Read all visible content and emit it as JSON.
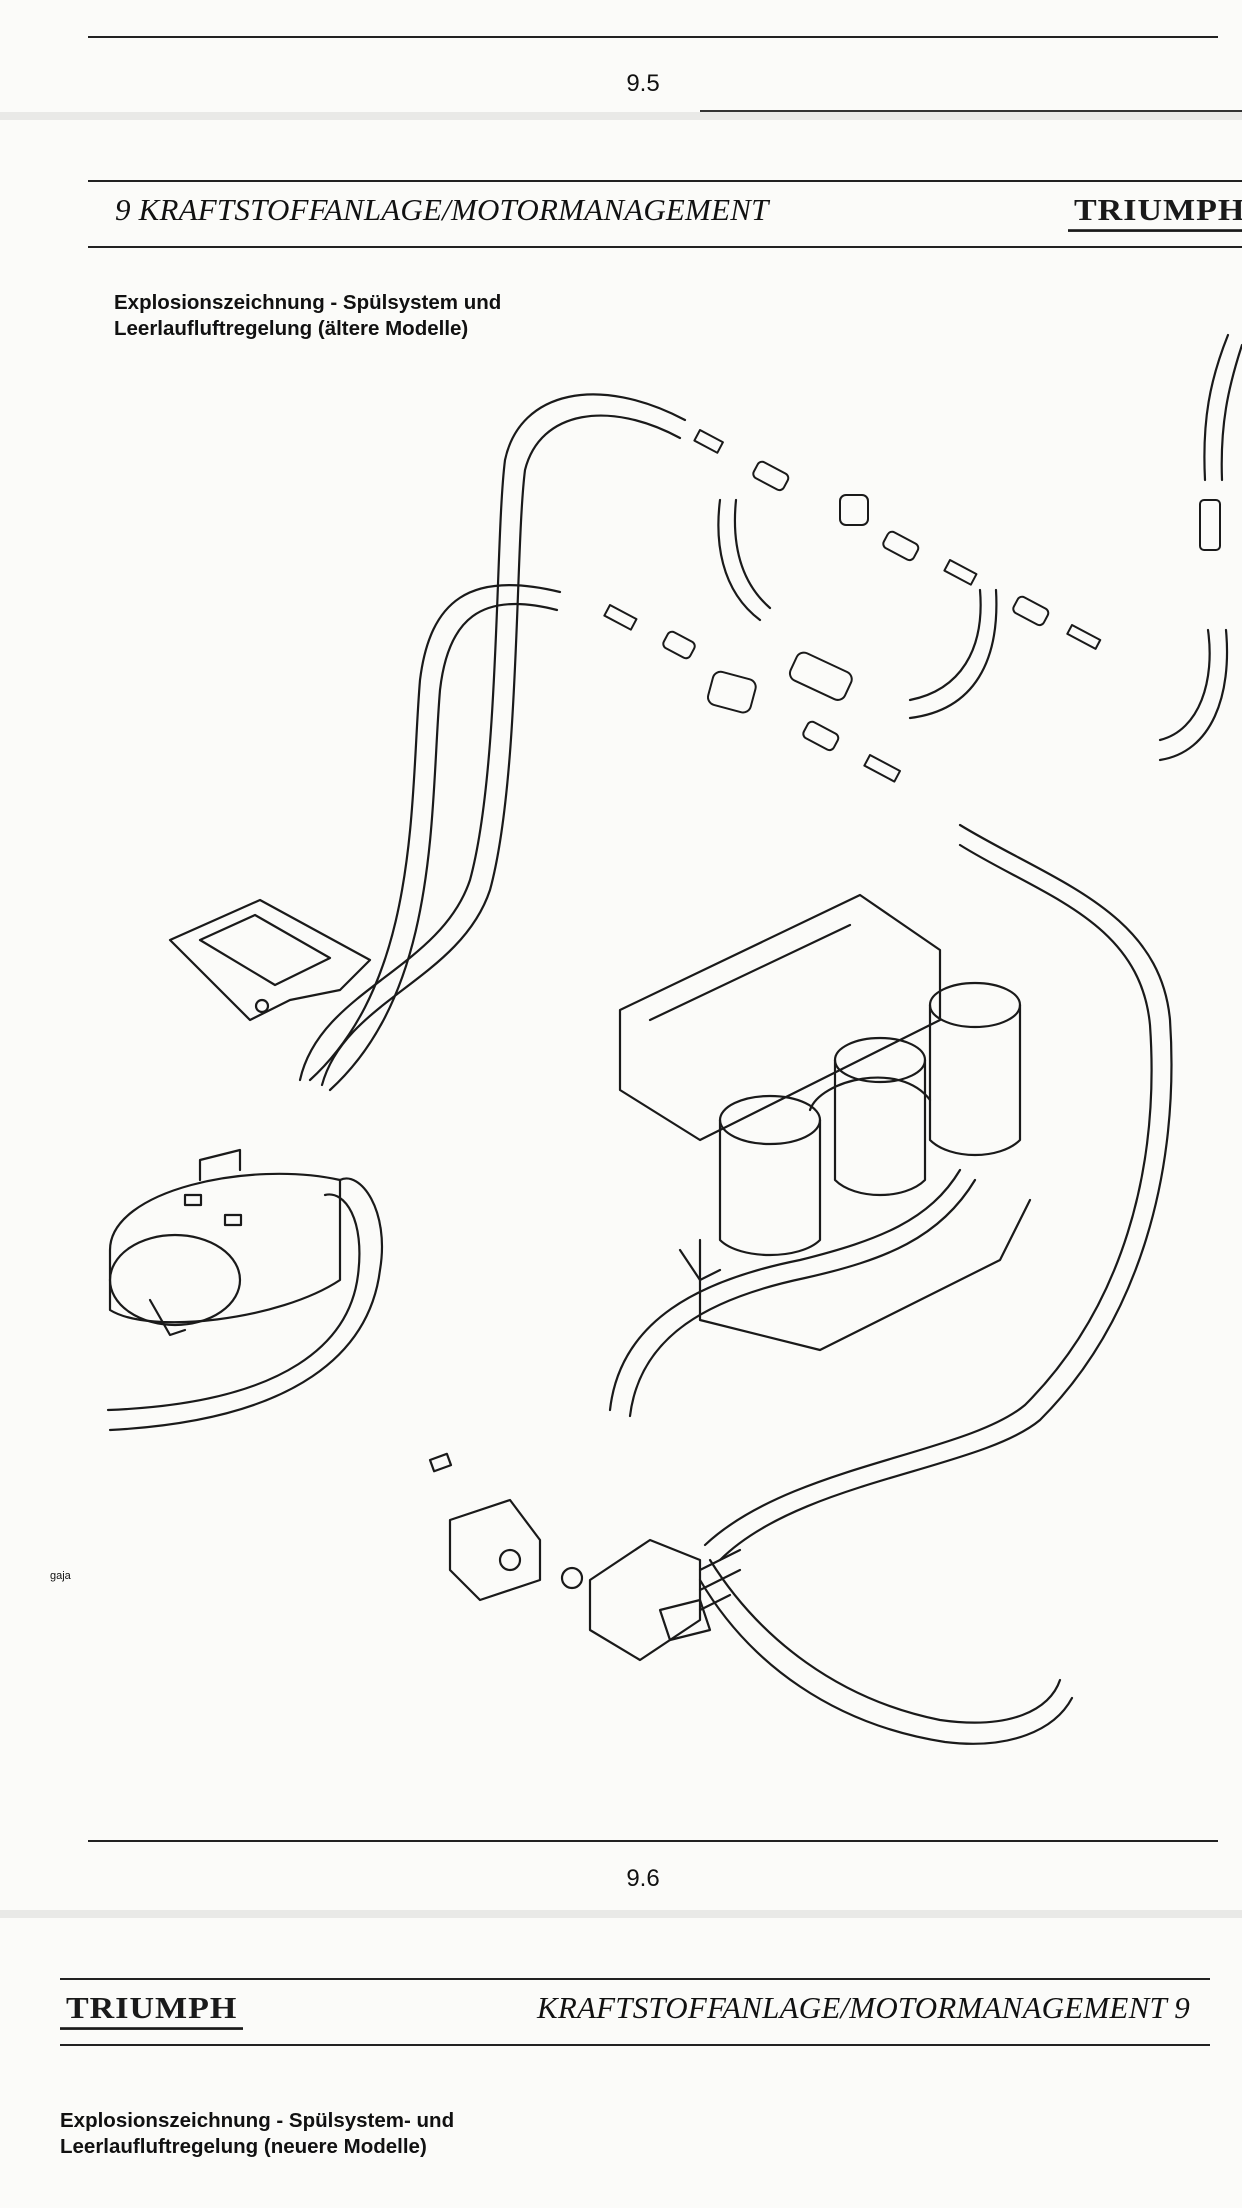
{
  "top_page": {
    "page_number": "9.5"
  },
  "main_page": {
    "chapter_title": "9 KRAFTSTOFFANLAGE/MOTORMANAGEMENT",
    "logo_text": "TRIUMPH",
    "heading_line1": "Explosionszeichnung - Spülsystem und",
    "heading_line2": "Leerlaufluftregelung (ältere Modelle)",
    "figure_label": "gaja",
    "page_number": "9.6"
  },
  "next_page": {
    "logo_text": "TRIUMPH",
    "chapter_title": "KRAFTSTOFFANLAGE/MOTORMANAGEMENT 9",
    "heading_line1": "Explosionszeichnung - Spülsystem- und",
    "heading_line2": "Leerlaufluftregelung (neuere Modelle)"
  }
}
